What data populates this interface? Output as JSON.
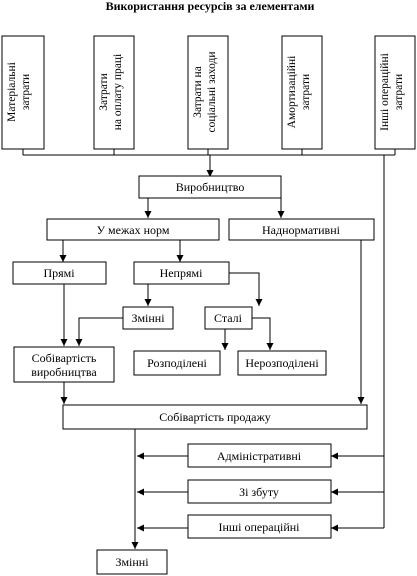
{
  "title": "Використання ресурсів за елементами",
  "resources": [
    {
      "line1": "Матеріальні",
      "line2": "затрати"
    },
    {
      "line1": "Затрати",
      "line2": "на оплату праці"
    },
    {
      "line1": "Затрати на",
      "line2": "соціальні заходи"
    },
    {
      "line1": "Амортизаційні",
      "line2": "затрати"
    },
    {
      "line1": "Інші операційні",
      "line2": "затрати"
    }
  ],
  "nodes": {
    "production": "Виробництво",
    "within_norms": "У межах норм",
    "above_norms": "Наднормативні",
    "direct": "Прямі",
    "indirect": "Непрямі",
    "variable": "Змінні",
    "fixed": "Сталі",
    "production_cost_line1": "Собівартість",
    "production_cost_line2": "виробництва",
    "distributed": "Розподілені",
    "undistributed": "Нерозподілені",
    "sales_cost": "Собівартість продажу",
    "administrative": "Адміністративні",
    "selling": "Зі збуту",
    "other_operating": "Інші операційні",
    "variable_result": "Змінні"
  }
}
